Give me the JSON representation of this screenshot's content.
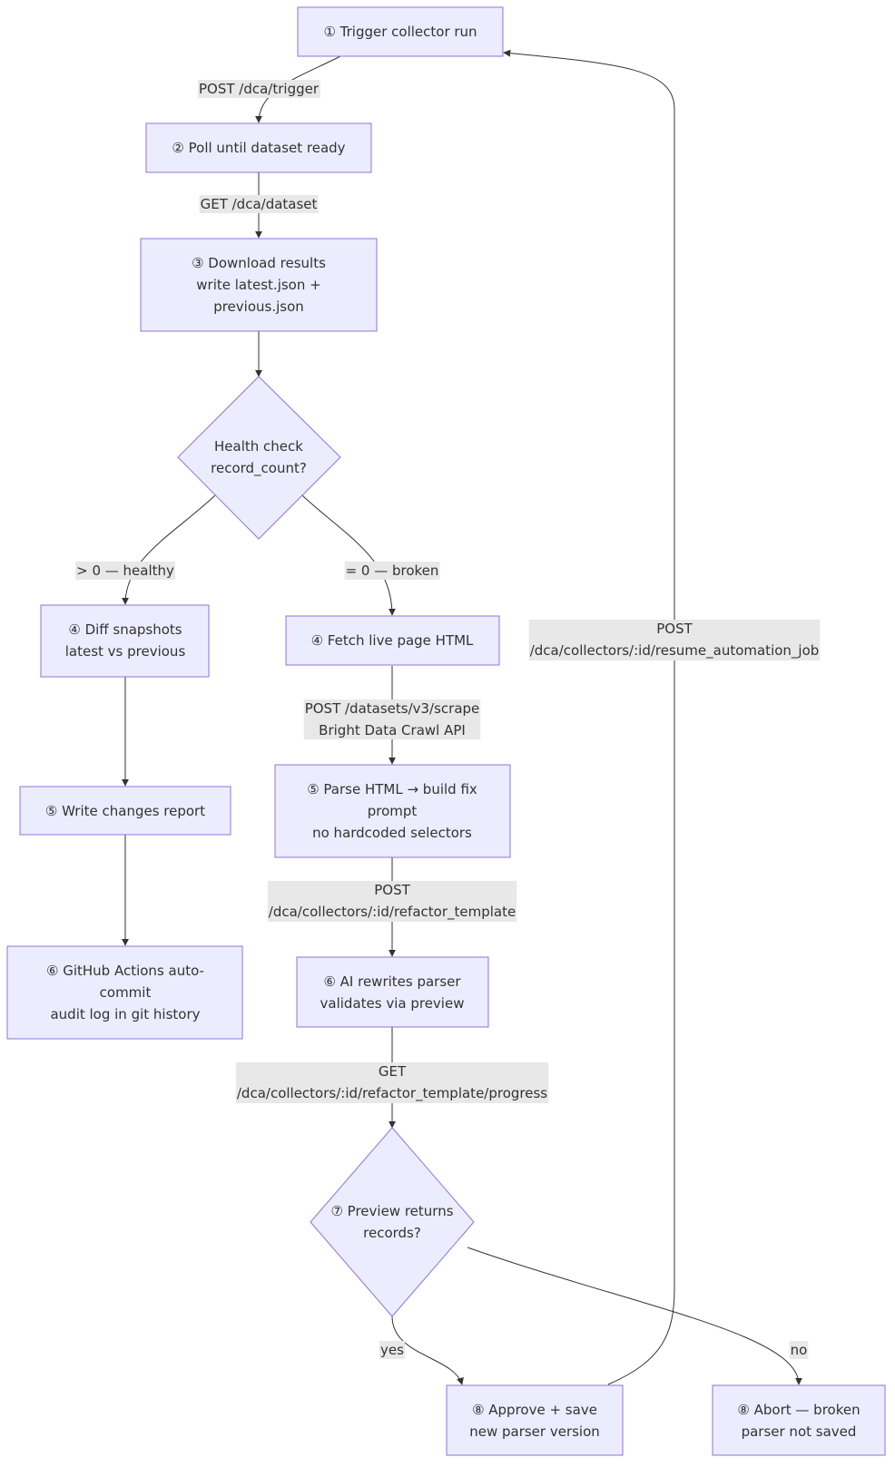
{
  "colors": {
    "node_fill": "#ECECFF",
    "node_stroke": "#9370DB",
    "edge": "#333333",
    "label_bg": "#e8e8e8",
    "text": "#333333"
  },
  "nodes": {
    "trigger": [
      "① Trigger collector run"
    ],
    "poll": [
      "② Poll until dataset ready"
    ],
    "download": [
      "③ Download results",
      "write latest.json +",
      "previous.json"
    ],
    "health": [
      "Health check",
      "record_count?"
    ],
    "diff": [
      "④ Diff snapshots",
      "latest vs previous"
    ],
    "fetch": [
      "④ Fetch live page HTML"
    ],
    "report": [
      "⑤ Write changes report"
    ],
    "parse": [
      "⑤ Parse HTML → build fix",
      "prompt",
      "no hardcoded selectors"
    ],
    "commit": [
      "⑥ GitHub Actions auto-",
      "commit",
      "audit log in git history"
    ],
    "rewrite": [
      "⑥ AI rewrites parser",
      "validates via preview"
    ],
    "preview": [
      "⑦ Preview returns",
      "records?"
    ],
    "approve": [
      "⑧ Approve + save",
      "new parser version"
    ],
    "abort": [
      "⑧ Abort — broken",
      "parser not saved"
    ]
  },
  "edge_labels": {
    "trigger_poll": [
      "POST /dca/trigger"
    ],
    "poll_download": [
      "GET /dca/dataset"
    ],
    "health_diff": [
      "> 0 — healthy"
    ],
    "health_fetch": [
      "= 0 — broken"
    ],
    "fetch_parse": [
      "POST /datasets/v3/scrape",
      "Bright Data Crawl API"
    ],
    "parse_rewrite": [
      "POST",
      "/dca/collectors/:id/refactor_template"
    ],
    "rewrite_preview": [
      "GET",
      "/dca/collectors/:id/refactor_template/progress"
    ],
    "preview_approve": [
      "yes"
    ],
    "preview_abort": [
      "no"
    ],
    "approve_trigger": [
      "POST",
      "/dca/collectors/:id/resume_automation_job"
    ]
  }
}
